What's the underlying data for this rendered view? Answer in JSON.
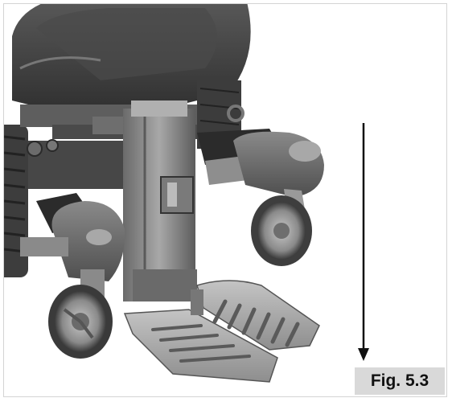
{
  "figure": {
    "label": "Fig. 5.3",
    "illustration": "power-wheelchair-legrest-lowering",
    "arrow_direction": "down"
  },
  "colors": {
    "frame_border": "#d4d4d4",
    "label_background": "#d9d9d9",
    "label_text": "#111111",
    "arrow": "#111111"
  }
}
